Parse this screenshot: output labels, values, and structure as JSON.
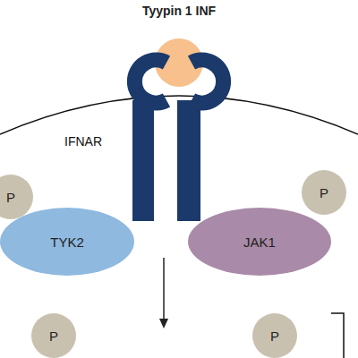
{
  "diagram": {
    "title": "Tyypin 1 INF",
    "nodes": [
      {
        "text": [
          "P"
        ]
      },
      {
        "text": [
          "P"
        ]
      },
      {
        "text": [
          "TYK2"
        ]
      },
      {
        "text": [
          "JAK1"
        ]
      },
      {
        "text": [
          "P"
        ]
      },
      {
        "text": [
          "P"
        ]
      }
    ],
    "labels": [
      "IFNAR"
    ]
  }
}
